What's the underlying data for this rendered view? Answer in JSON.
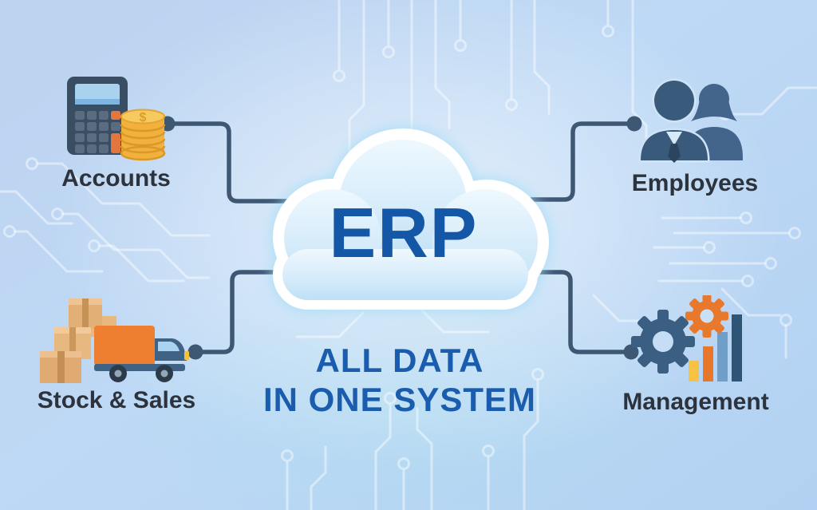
{
  "diagram": {
    "center_label": "ERP",
    "tagline_line1": "ALL DATA",
    "tagline_line2": "IN ONE SYSTEM",
    "coin_symbol": "$",
    "nodes": [
      {
        "label": "Accounts",
        "icon": "calculator-coins-icon",
        "position": "top-left"
      },
      {
        "label": "Employees",
        "icon": "team-icon",
        "position": "top-right"
      },
      {
        "label": "Stock & Sales",
        "icon": "boxes-truck-icon",
        "position": "bottom-left"
      },
      {
        "label": "Management",
        "icon": "gears-barchart-icon",
        "position": "bottom-right"
      }
    ],
    "colors": {
      "background_blue": "#bdd6f3",
      "cloud_fill_top": "#ecf7fd",
      "cloud_fill_bottom": "#c2e2f7",
      "cloud_outline": "#ffffff",
      "erp_text": "#1557a7",
      "tagline_text": "#1a5cae",
      "label_text": "#2c333d",
      "connector": "#3e5874",
      "slate_blue": "#3c5f82",
      "accent_orange": "#e8772c",
      "accent_gold": "#f2b13d",
      "circuit_trace": "#ffffff"
    }
  }
}
